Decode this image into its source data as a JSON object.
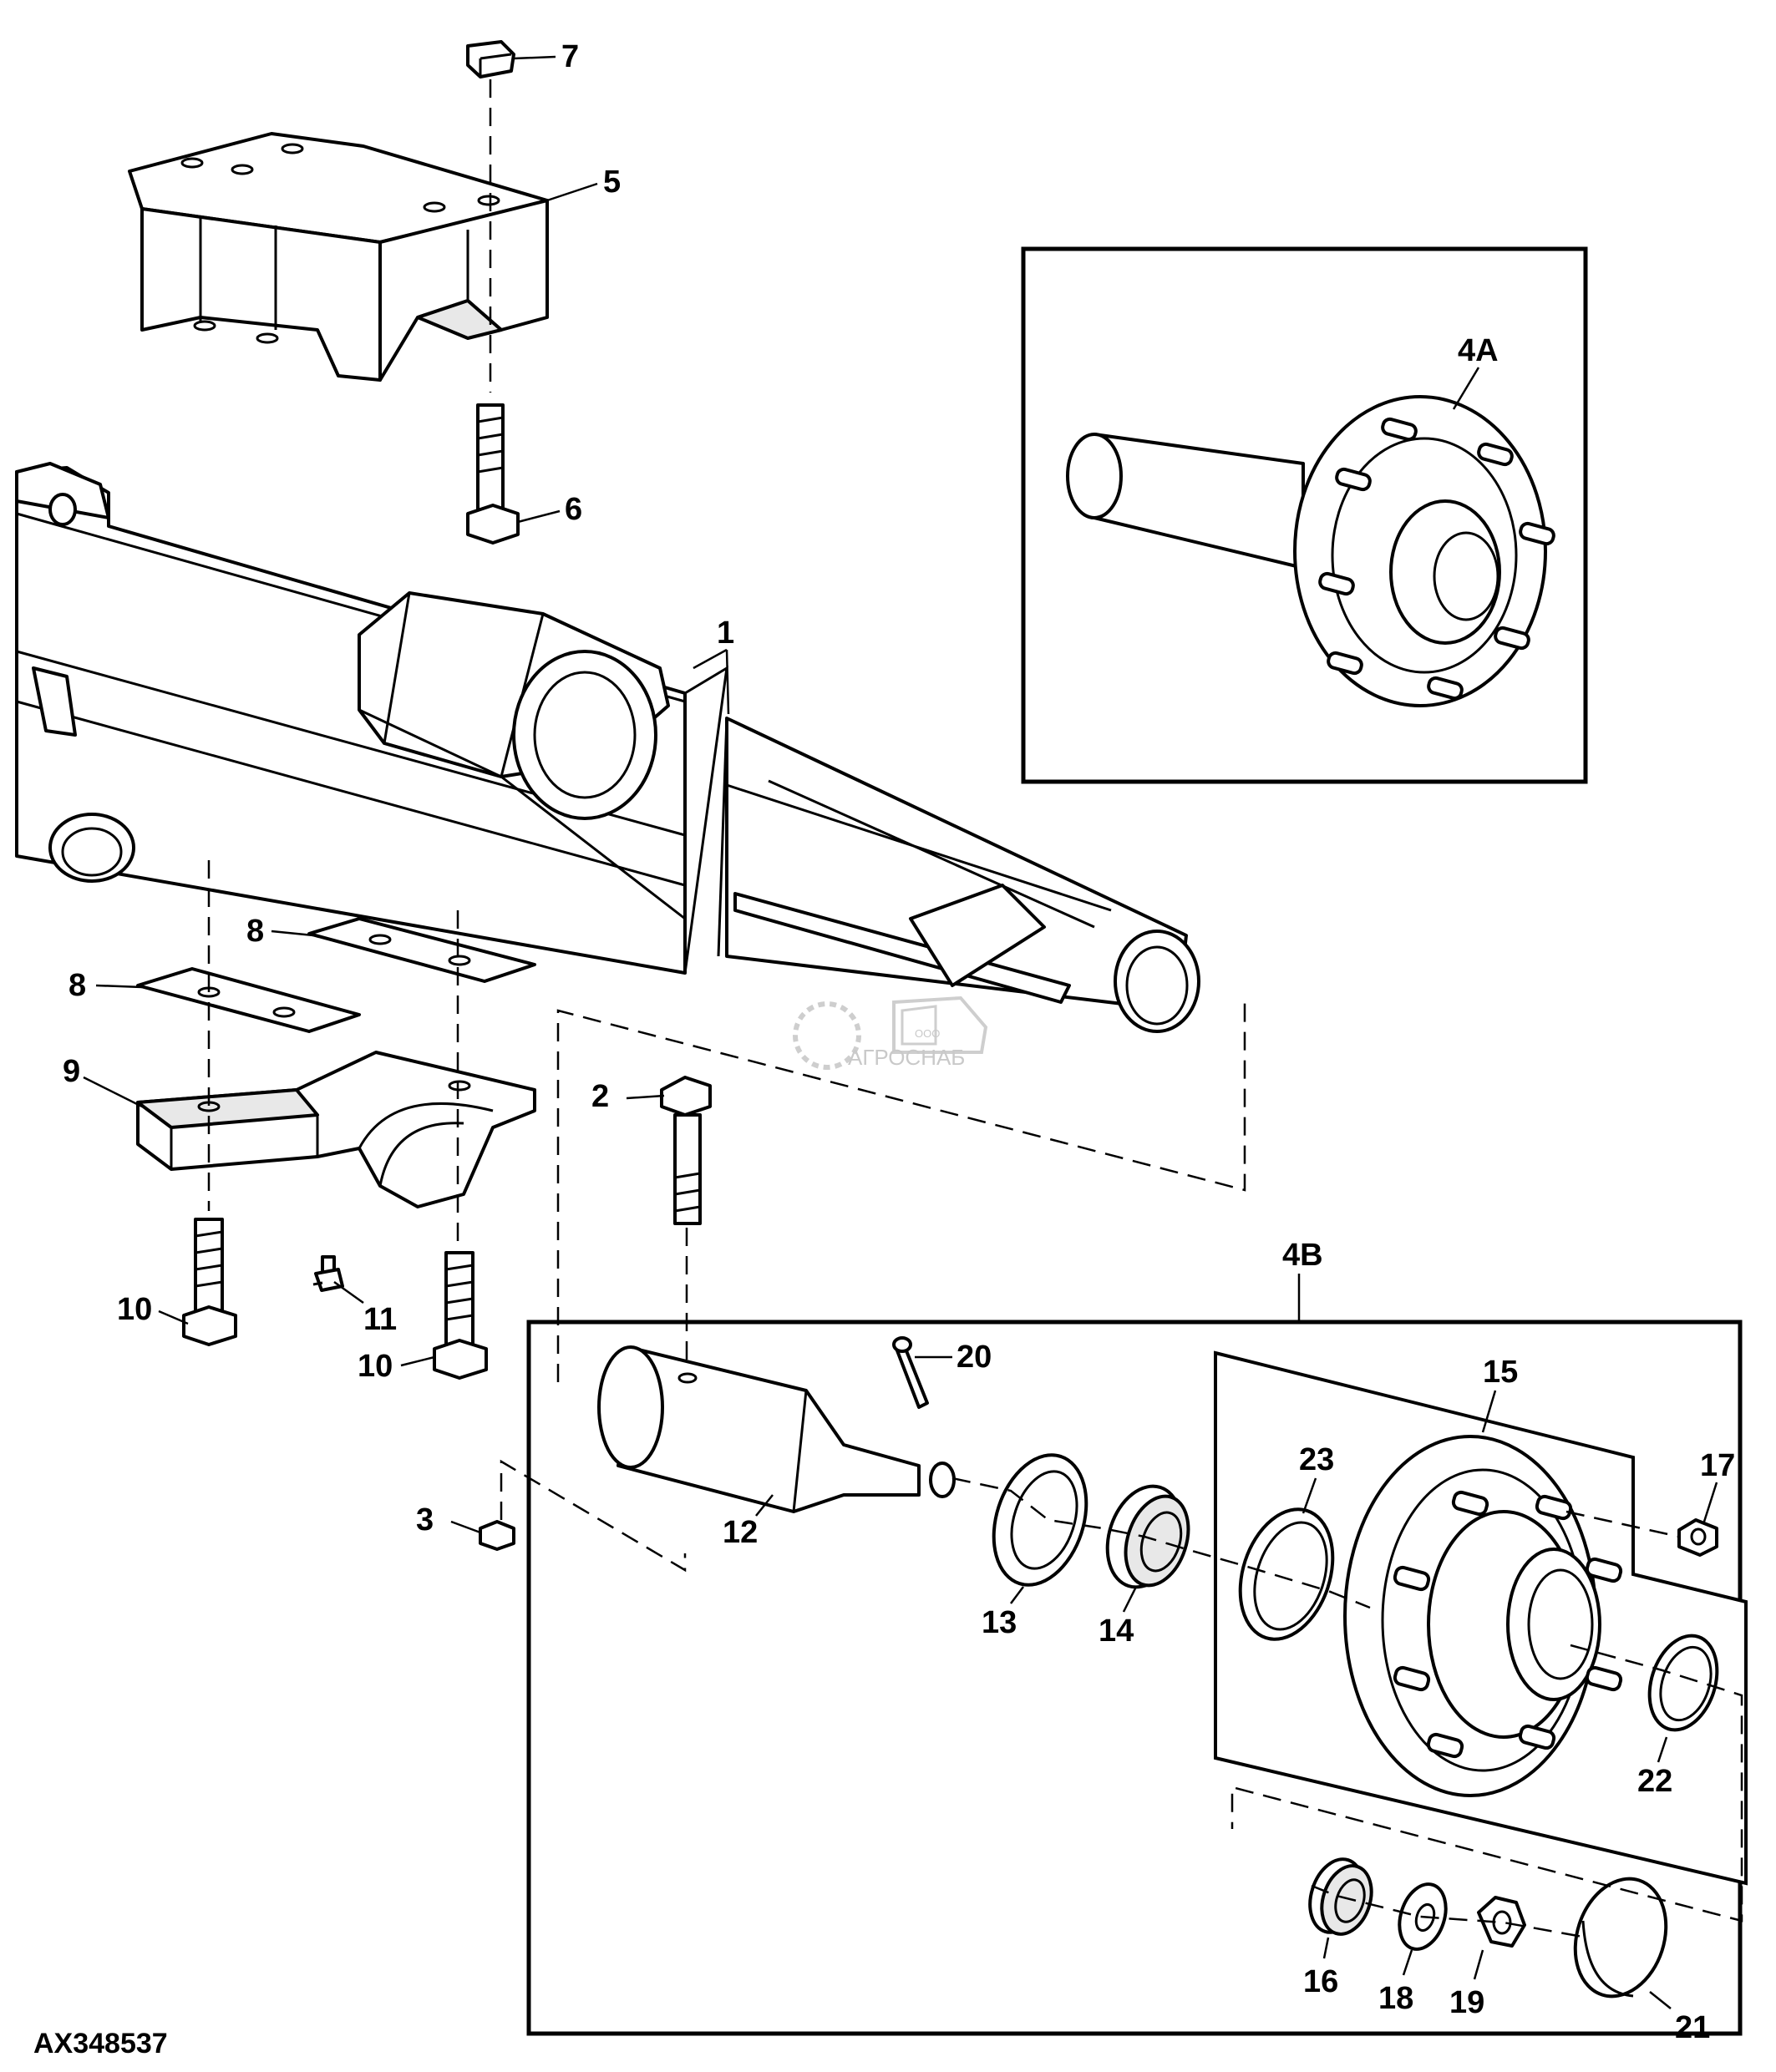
{
  "figure_id": "AX348537",
  "watermark": {
    "text": "АГРОСНАБ",
    "prefix": "ООО"
  },
  "callouts": {
    "c1": "1",
    "c2": "2",
    "c3": "3",
    "c4A": "4A",
    "c4B": "4B",
    "c5": "5",
    "c6": "6",
    "c7": "7",
    "c8a": "8",
    "c8b": "8",
    "c9": "9",
    "c10a": "10",
    "c10b": "10",
    "c11": "11",
    "c12": "12",
    "c13": "13",
    "c14": "14",
    "c15": "15",
    "c16": "16",
    "c17": "17",
    "c18": "18",
    "c19": "19",
    "c20": "20",
    "c21": "21",
    "c22": "22",
    "c23": "23"
  },
  "colors": {
    "line": "#000000",
    "background": "#ffffff",
    "shade": "#e8e8e8",
    "watermark": "#c9c9c9"
  }
}
